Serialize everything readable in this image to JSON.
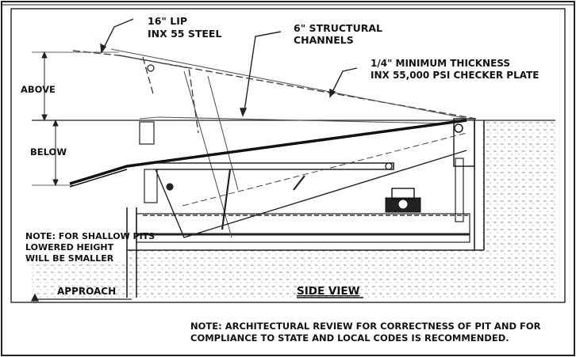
{
  "labels": {
    "lip": [
      "16\" LIP",
      "INX 55 STEEL"
    ],
    "channels": [
      "6\" STRUCTURAL",
      "CHANNELS"
    ],
    "plate": [
      "1/4\"  MINIMUM THICKNESS",
      "INX 55,000 PSI CHECKER PLATE"
    ],
    "above": "ABOVE",
    "below": "BELOW",
    "shallow_note": [
      "NOTE: FOR SHALLOW PITS",
      "LOWERED HEIGHT",
      "WILL BE SMALLER"
    ],
    "approach": "APPROACH",
    "view_title": "SIDE VIEW",
    "review_note": [
      "NOTE: ARCHITECTURAL REVIEW FOR CORRECTNESS OF PIT AND FOR",
      "COMPLIANCE TO STATE AND LOCAL CODES IS RECOMMENDED."
    ]
  }
}
